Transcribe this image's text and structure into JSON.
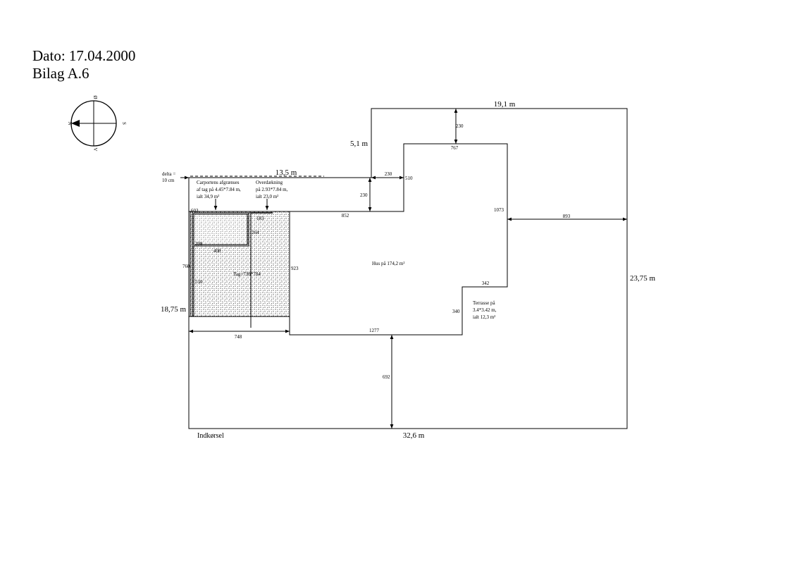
{
  "header": {
    "date": "Dato: 17.04.2000",
    "bilag": "Bilag A.6"
  },
  "compass": {
    "north": "N",
    "south": "S",
    "east": "Ø",
    "west": "V"
  },
  "dimensions_main": {
    "top_width": "19,1 m",
    "left_step": "5,1 m",
    "strip_length": "13,5 m",
    "right_height": "23,75 m",
    "left_height": "18,75 m",
    "bottom_width": "32,6 m"
  },
  "dimensions_small": {
    "d230_top": "230",
    "d767": "767",
    "d230_side": "230",
    "d510": "510",
    "d230_vert": "230",
    "d1073": "1073",
    "d893": "893",
    "d852": "852",
    "d603": "603",
    "d183": "183",
    "d264": "264",
    "d398": "398",
    "d408": "408",
    "d760": "760",
    "d510_carport": "510",
    "d923": "923",
    "d342": "342",
    "d340": "340",
    "d1277": "1277",
    "d748": "748",
    "d692": "692"
  },
  "labels": {
    "delta_1": "delta =",
    "delta_2": "10 cm",
    "carport_1": "Carportens afgrænses",
    "carport_2": "af tag på 4.45*7.84 m,",
    "carport_3": "ialt 34,9 m²",
    "overdaekning_1": "Overdækning",
    "overdaekning_2": "på 2.93*7.84 m,",
    "overdaekning_3": "ialt 23,0 m²",
    "tag": "Tag=738*784",
    "hus": "Hus på 174,2 m²",
    "terrasse_1": "Terrasse på",
    "terrasse_2": "3.4*3.42 m,",
    "terrasse_3": "ialt 12,3 m²",
    "driveway": "Indkørsel"
  },
  "colors": {
    "line": "#000000",
    "stipple": "#000000",
    "background": "#ffffff"
  }
}
